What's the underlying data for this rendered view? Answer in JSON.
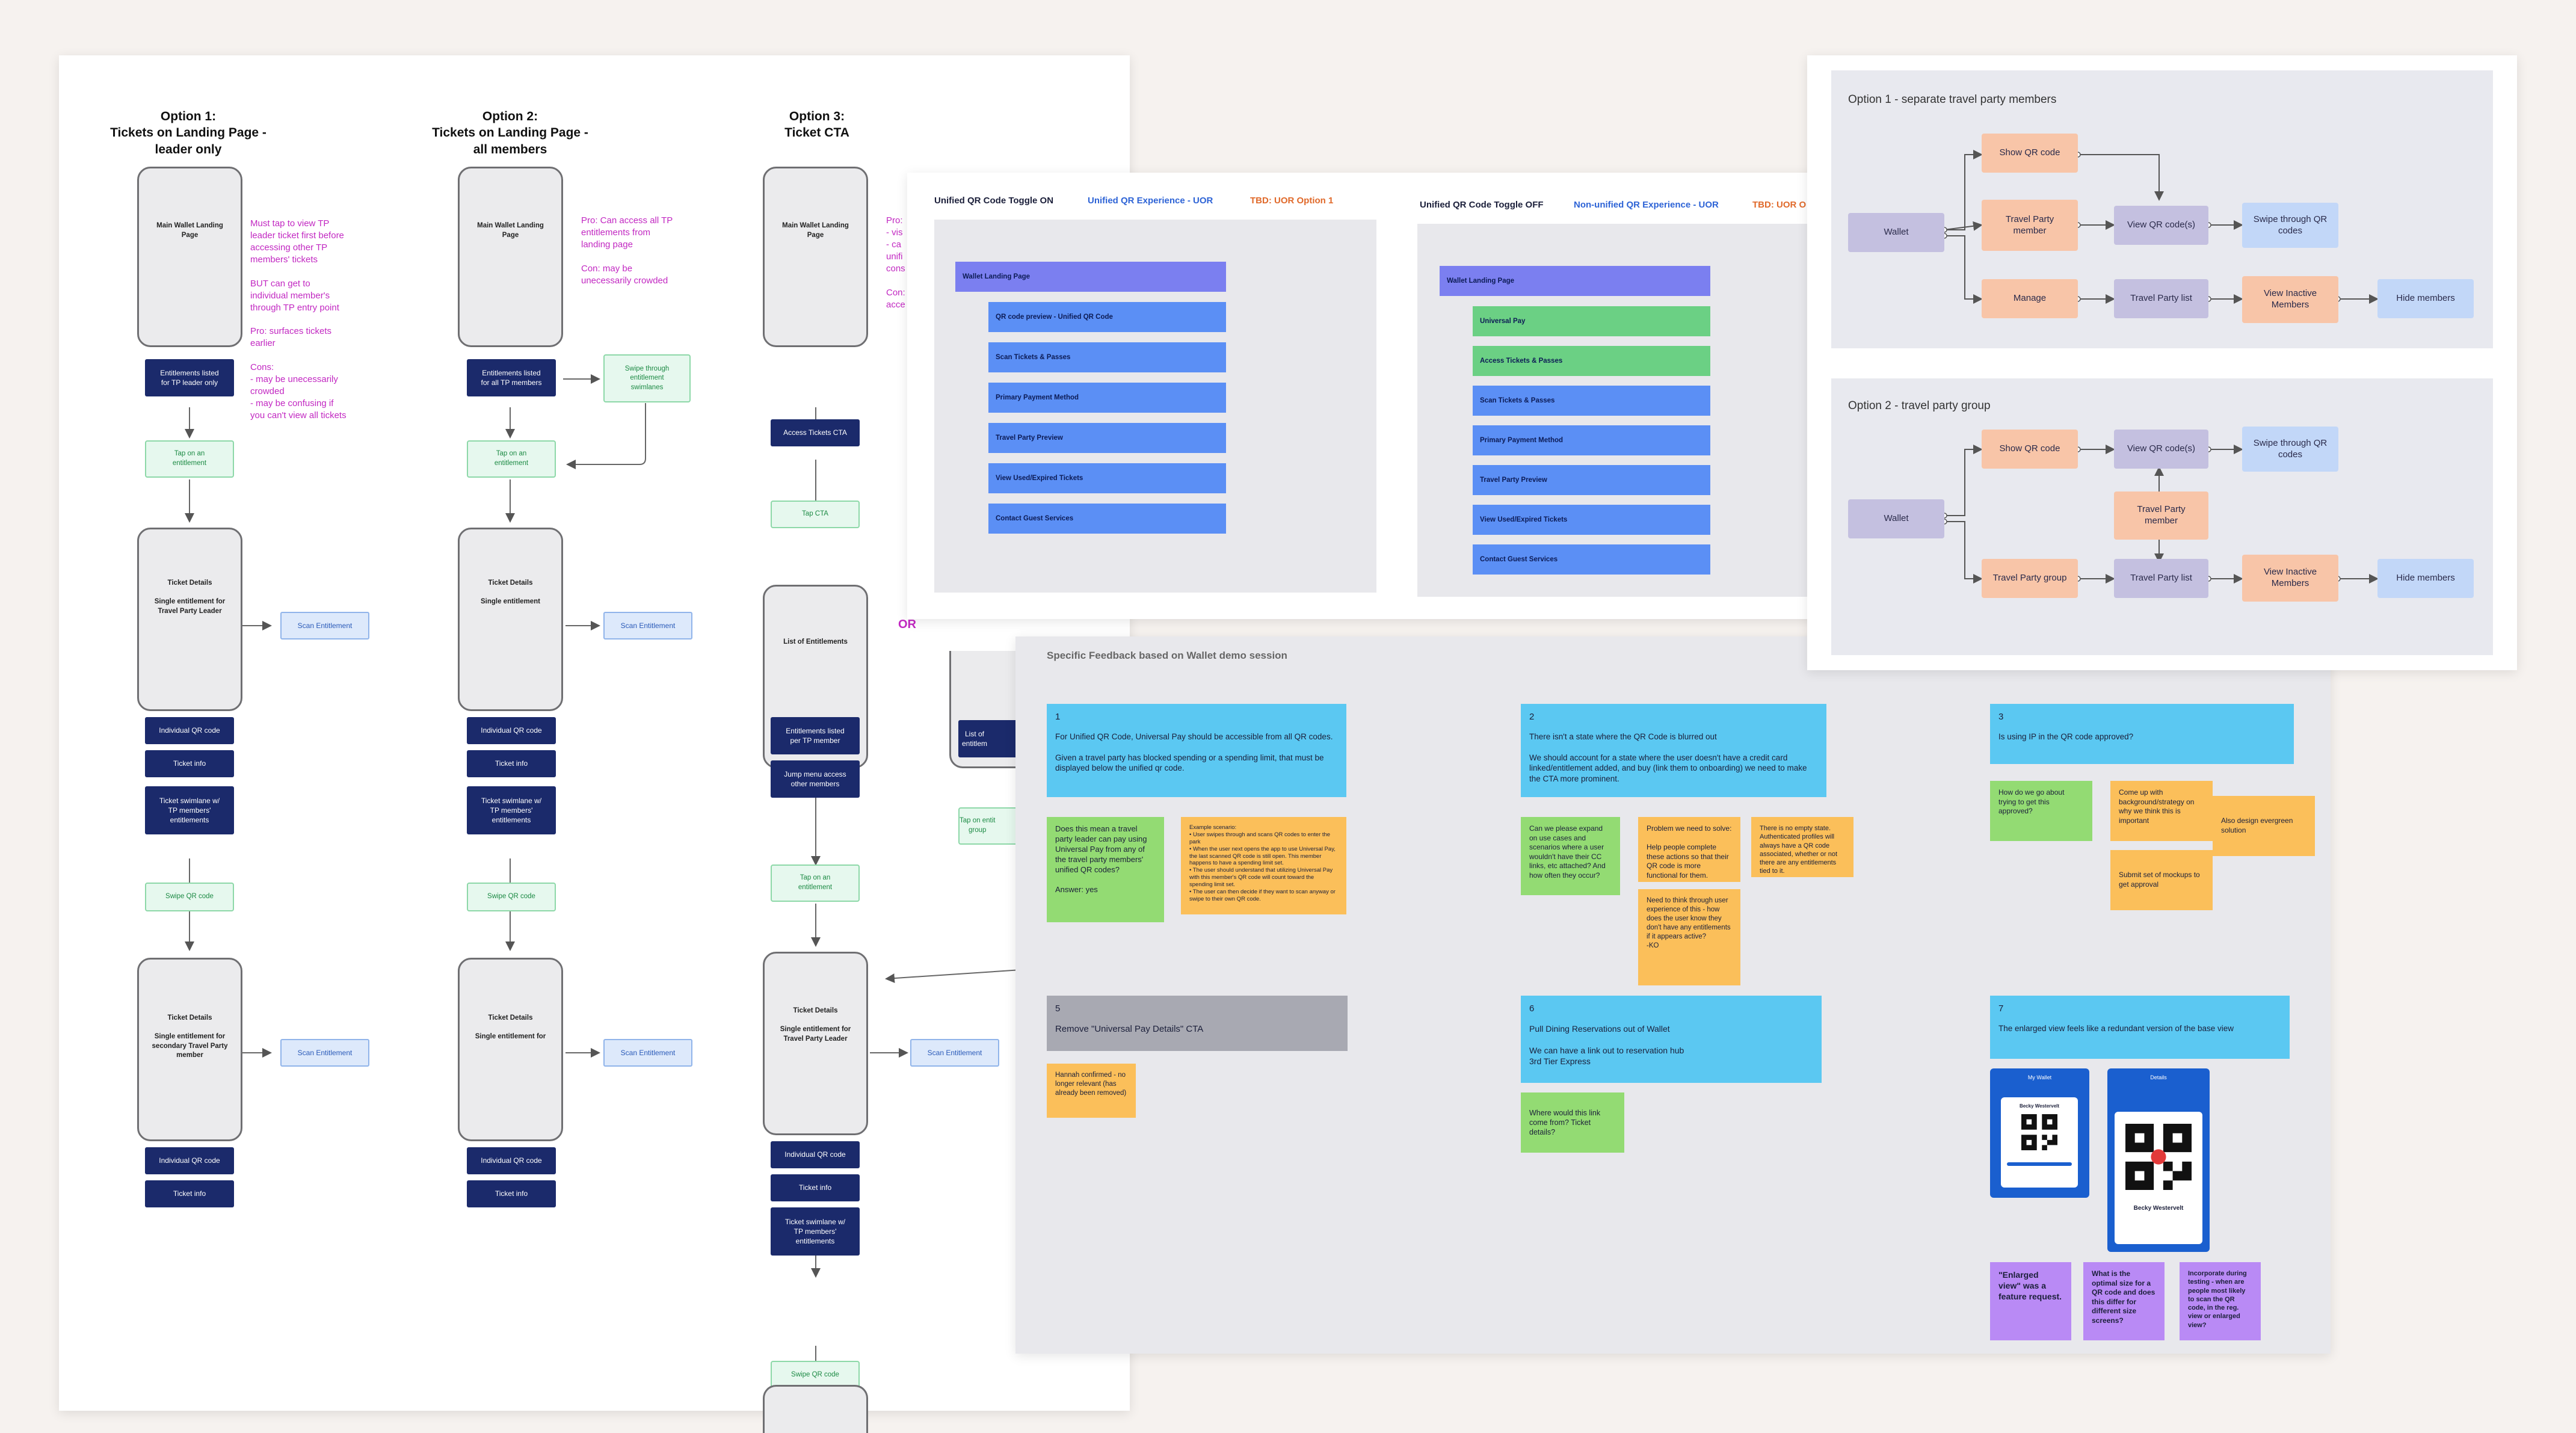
{
  "left_doc": {
    "options": [
      {
        "title": "Option 1:\nTickets on Landing Page -\nleader only"
      },
      {
        "title": "Option 2:\nTickets on Landing Page -\nall members"
      },
      {
        "title": "Option 3:\nTicket CTA"
      }
    ],
    "col1": {
      "phone1": "Main Wallet Landing\nPage",
      "entitlements": "Entitlements listed\nfor TP leader only",
      "tap": "Tap on an\nentitlement",
      "phone2": "Ticket Details\n\nSingle entitlement for\nTravel Party Leader",
      "scan1": "Scan Entitlement",
      "qr": "Individual QR code",
      "info": "Ticket info",
      "swimlane": "Ticket swimlane w/\nTP members'\nentitlements",
      "swipe": "Swipe QR code",
      "phone3": "Ticket Details\n\nSingle entitlement for\nsecondary Travel Party\nmember",
      "scan2": "Scan Entitlement",
      "qr2": "Individual QR code",
      "info2": "Ticket info",
      "note": "Must tap to view TP\nleader ticket first before\naccessing other TP\nmembers' tickets\n\nBUT can get to\nindividual member's\nthrough TP entry point\n\nPro: surfaces tickets\nearlier\n\nCons:\n - may be unecessarily\ncrowded\n - may be confusing if\nyou can't view all tickets"
    },
    "col2": {
      "phone1": "Main Wallet Landing\nPage",
      "entitlements": "Entitlements listed\nfor all TP members",
      "swipe_lanes": "Swipe through\nentitlement\nswimlanes",
      "tap": "Tap on an\nentitlement",
      "phone2": "Ticket Details\n\nSingle entitlement",
      "scan1": "Scan Entitlement",
      "qr": "Individual QR code",
      "info": "Ticket info",
      "swimlane": "Ticket swimlane w/\nTP members'\nentitlements",
      "swipe": "Swipe QR code",
      "phone3": "Ticket Details\n\nSingle entitlement for",
      "scan2": "Scan Entitlement",
      "qr2": "Individual QR code",
      "info2": "Ticket info",
      "note": "Pro: Can access all TP\nentitlements from\nlanding page\n\nCon: may be\nunecessarily crowded"
    },
    "col3": {
      "phone1": "Main Wallet Landing\nPage",
      "access": "Access Tickets CTA",
      "tap_cta": "Tap CTA",
      "phone2": "List of Entitlements",
      "entitlements": "Entitlements listed\nper TP member",
      "jump": "Jump menu access\nother members",
      "tap": "Tap on an\nentitlement",
      "phone3": "Ticket Details\n\nSingle entitlement for\nTravel Party Leader",
      "scan": "Scan Entitlement",
      "qr": "Individual QR code",
      "info": "Ticket info",
      "swimlane": "Ticket swimlane w/\nTP members'\nentitlements",
      "swipe": "Swipe QR code",
      "or": "OR",
      "note_fragment": "Pro:\n - vis\n - ca\nunifi\ncons\n\nCon:\nacce",
      "hidden_list": "List of\nentitlem",
      "hidden_tap": "Tap on entit\ngroup"
    }
  },
  "qr_doc": {
    "left": {
      "heading": "Unified QR Code Toggle ON",
      "tag_blue": "Unified QR Experience - UOR",
      "tag_orange": "TBD: UOR Option 1",
      "items": [
        "Wallet Landing Page",
        "QR code preview - Unified QR Code",
        "Scan Tickets & Passes",
        "Primary Payment Method",
        "Travel Party Preview",
        "View Used/Expired Tickets",
        "Contact Guest Services"
      ]
    },
    "right": {
      "heading": "Unified QR Code Toggle OFF",
      "tag_blue": "Non-unified QR Experience - UOR",
      "tag_orange": "TBD: UOR O",
      "items": [
        "Wallet Landing Page",
        "Universal Pay",
        "Access Tickets & Passes",
        "Scan Tickets & Passes",
        "Primary Payment Method",
        "Travel Party Preview",
        "View Used/Expired Tickets",
        "Contact Guest Services"
      ]
    },
    "colors": {
      "purple": "#7b7ff0",
      "blue": "#5b8ff5",
      "green": "#6bd084"
    }
  },
  "flow_doc": {
    "option1": {
      "title": "Option 1 - separate travel party members",
      "wallet": "Wallet",
      "show_qr": "Show QR code",
      "tp_member": "Travel Party\nmember",
      "view_qr": "View QR code(s)",
      "swipe": "Swipe through QR\ncodes",
      "manage": "Manage",
      "tp_list": "Travel Party list",
      "inactive": "View Inactive\nMembers",
      "hide": "Hide members"
    },
    "option2": {
      "title": "Option 2 - travel party group",
      "wallet": "Wallet",
      "show_qr": "Show QR code",
      "view_qr": "View QR code(s)",
      "swipe": "Swipe through QR\ncodes",
      "tp_member": "Travel Party\nmember",
      "tp_group": "Travel Party group",
      "tp_list": "Travel Party list",
      "inactive": "View Inactive\nMembers",
      "hide": "Hide members"
    }
  },
  "feedback_doc": {
    "title": "Specific Feedback based on Wallet demo session",
    "cards": [
      {
        "num": "1",
        "text": "For Unified QR Code, Universal Pay should be accessible from all QR codes.\n\nGiven a travel party has blocked spending or a spending limit, that must be displayed below the unified qr code."
      },
      {
        "num": "2",
        "text": "There isn't a state where the QR Code is blurred out\n\nWe should account for a state where the user doesn't have a credit card linked/entitlement added, and buy (link them to onboarding) we need to make the CTA more prominent."
      },
      {
        "num": "3",
        "text": "Is using IP in the QR code approved?"
      },
      {
        "num": "5",
        "text": "Remove \"Universal Pay Details\" CTA"
      },
      {
        "num": "6",
        "text": "Pull Dining Reservations out of Wallet\n\nWe can have a link out to reservation hub\n3rd Tier Express"
      },
      {
        "num": "7",
        "text": "The enlarged view feels like a redundant version of the base view"
      }
    ],
    "stickies": {
      "s1a": "Does this mean a travel party leader can pay using Universal Pay from any of the travel party members' unified QR codes?\n\nAnswer: yes",
      "s1b": "Example scenario:\n • User swipes through and scans QR codes to enter the park\n • When the user next opens the app to use Universal Pay, the last scanned QR code is still open. This member happens to have a spending limit set.\n • The user should understand that utilizing Universal Pay with this member's QR code will count toward the spending limit set.\n • The user can then decide if they want to scan anyway or swipe to their own QR code.",
      "s2a": "Can we please expand on use cases and scenarios where a user wouldn't have their CC links, etc attached? And how often they occur?",
      "s2b": "Problem we need to solve:\n\nHelp people complete these actions so that their QR code is more functional for them.",
      "s2c": "There is no empty state. Authenticated profiles will always have a QR code associated, whether or not there are any entitlements tied to it.",
      "s2d": "Need to think through user experience of this - how does the user know they don't have any entitlements if it appears active?\n-KO",
      "s3a": "How do we go about trying to get this approved?",
      "s3b": "Come up with background/strategy on why we think this is important",
      "s3c": "Also design evergreen solution",
      "s3d": "Submit set of mockups to get approval",
      "s5a": "Hannah confirmed - no longer relevant (has already been removed)",
      "s6a": "Where would this link come from? Ticket details?",
      "s7a": "\"Enlarged view\" was a feature request.",
      "s7b": "What is the optimal size for a QR code and does this differ for different size screens?",
      "s7c": "Incorporate during testing - when are people most likely to scan the QR code, in the reg. view or enlarged view?"
    },
    "mockups": {
      "name": "Becky Westervelt",
      "header1": "My Wallet",
      "header2": "Details"
    }
  }
}
